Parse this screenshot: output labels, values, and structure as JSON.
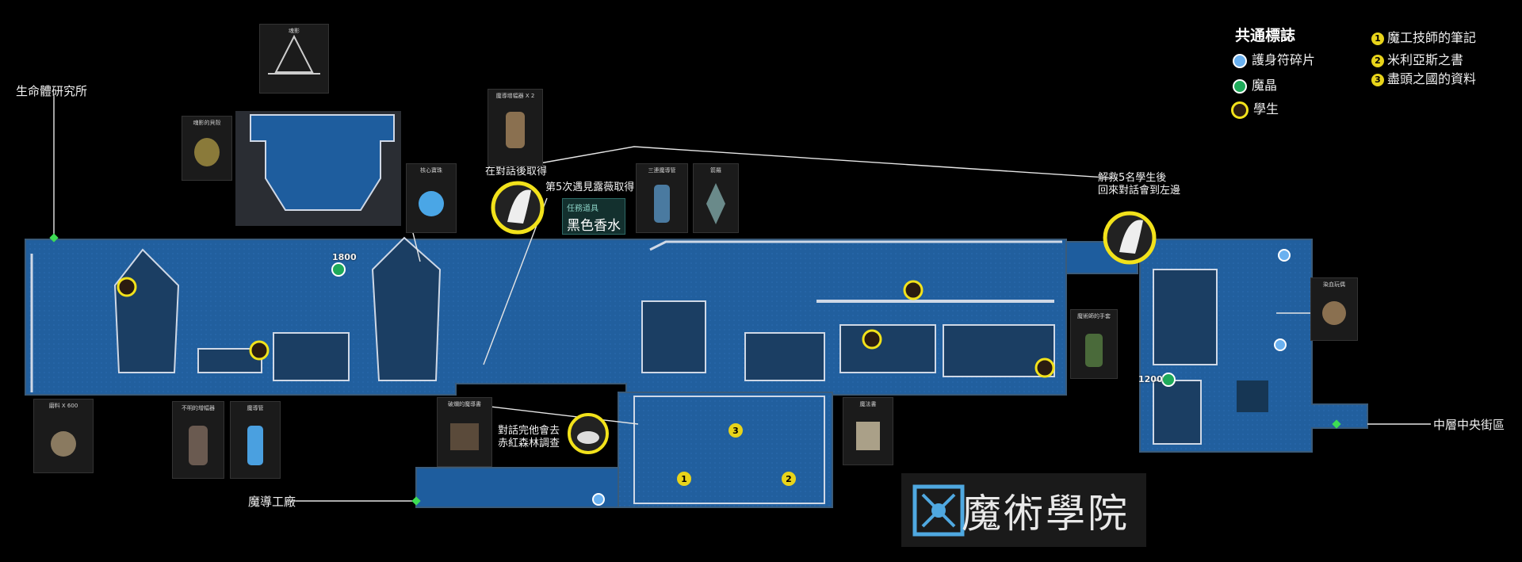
{
  "map_title": "魔術學院",
  "legend": {
    "title": "共通標誌",
    "items": [
      "護身符碎片",
      "魔晶",
      "學生"
    ],
    "numbered": [
      {
        "num": "1",
        "label": "魔工技師的筆記"
      },
      {
        "num": "2",
        "label": "米利亞斯之書"
      },
      {
        "num": "3",
        "label": "盡頭之國的資料"
      }
    ]
  },
  "places": {
    "lab": "生命體研究所",
    "factory": "魔導工廠",
    "central": "中層中央街區"
  },
  "notes": {
    "obtain_by_talk": "在對話後取得",
    "fifth_encounter": "第5次遇見露薇取得",
    "rescue_line1": "解救5名學生後",
    "rescue_line2": "回來對話會到左邊",
    "talk_line1": "對話完他會去",
    "talk_line2": "赤紅森林調查"
  },
  "key_item": {
    "category": "任務道具",
    "name": "黑色香水"
  },
  "items": {
    "shadow": "魂影",
    "shadow_shell": "魂影的貝殼",
    "amplifier_x2": "魔導增幅器 X 2",
    "core_orb": "核心寶珠",
    "triple_tube": "三連魔導管",
    "crest": "箭羅",
    "grind_x600": "磨料 X 600",
    "unknown_amp": "不明的增幅器",
    "magic_tube": "魔導管",
    "broken_book": "破爛的魔導書",
    "magic_book": "魔法書",
    "sorcerer_note": "魔術師的手套",
    "stained_doll": "染血玩偶"
  },
  "values": {
    "crystal_a": "1800",
    "crystal_b": "1200"
  },
  "colors": {
    "map_blue": "#1f5c9a",
    "wall": "#cfd8e6",
    "student_ring": "#f2e21b",
    "crystal": "#1faa5a",
    "bg": "#000000"
  }
}
